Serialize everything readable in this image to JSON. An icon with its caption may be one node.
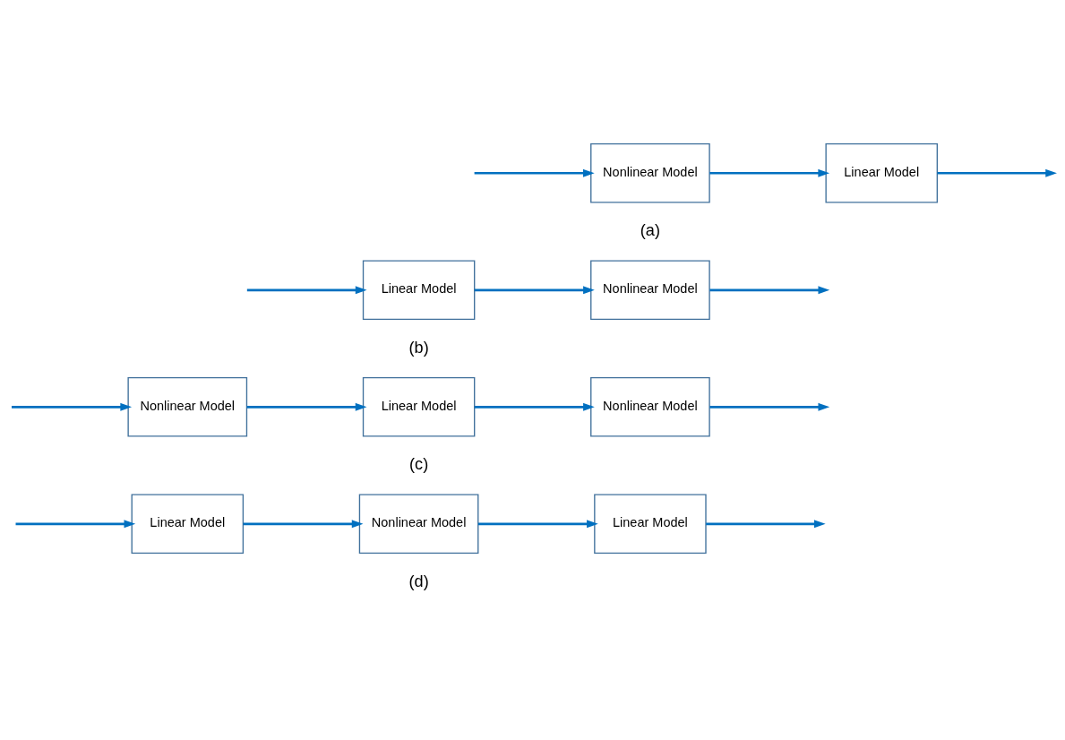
{
  "diagram": {
    "nodes": [
      {
        "text": [
          "Nonlinear Model"
        ]
      },
      {
        "text": [
          "Linear Model"
        ]
      },
      {
        "text": [
          "Linear Model"
        ]
      },
      {
        "text": [
          "Nonlinear Model"
        ]
      },
      {
        "text": [
          "Nonlinear Model"
        ]
      },
      {
        "text": [
          "Linear Model"
        ]
      },
      {
        "text": [
          "Nonlinear Model"
        ]
      },
      {
        "text": [
          "Linear Model"
        ]
      },
      {
        "text": [
          "Nonlinear Model"
        ]
      },
      {
        "text": [
          "Linear Model"
        ]
      }
    ],
    "edges": [
      {
        "from": null,
        "to": 0,
        "arrow": "to"
      },
      {
        "from": 0,
        "to": 1,
        "arrow": "to"
      },
      {
        "from": 1,
        "to": null,
        "arrow": "to"
      },
      {
        "from": null,
        "to": 2,
        "arrow": "to"
      },
      {
        "from": 2,
        "to": 3,
        "arrow": "to"
      },
      {
        "from": 3,
        "to": null,
        "arrow": "to"
      },
      {
        "from": null,
        "to": 4,
        "arrow": "to"
      },
      {
        "from": 4,
        "to": 5,
        "arrow": "to"
      },
      {
        "from": 5,
        "to": 6,
        "arrow": "to"
      },
      {
        "from": 6,
        "to": null,
        "arrow": "to"
      },
      {
        "from": null,
        "to": 7,
        "arrow": "to"
      },
      {
        "from": 7,
        "to": 8,
        "arrow": "to"
      },
      {
        "from": 8,
        "to": 9,
        "arrow": "to"
      },
      {
        "from": 9,
        "to": null,
        "arrow": "to"
      }
    ],
    "labels": [
      "(a)",
      "(b)",
      "(c)",
      "(d)"
    ]
  }
}
